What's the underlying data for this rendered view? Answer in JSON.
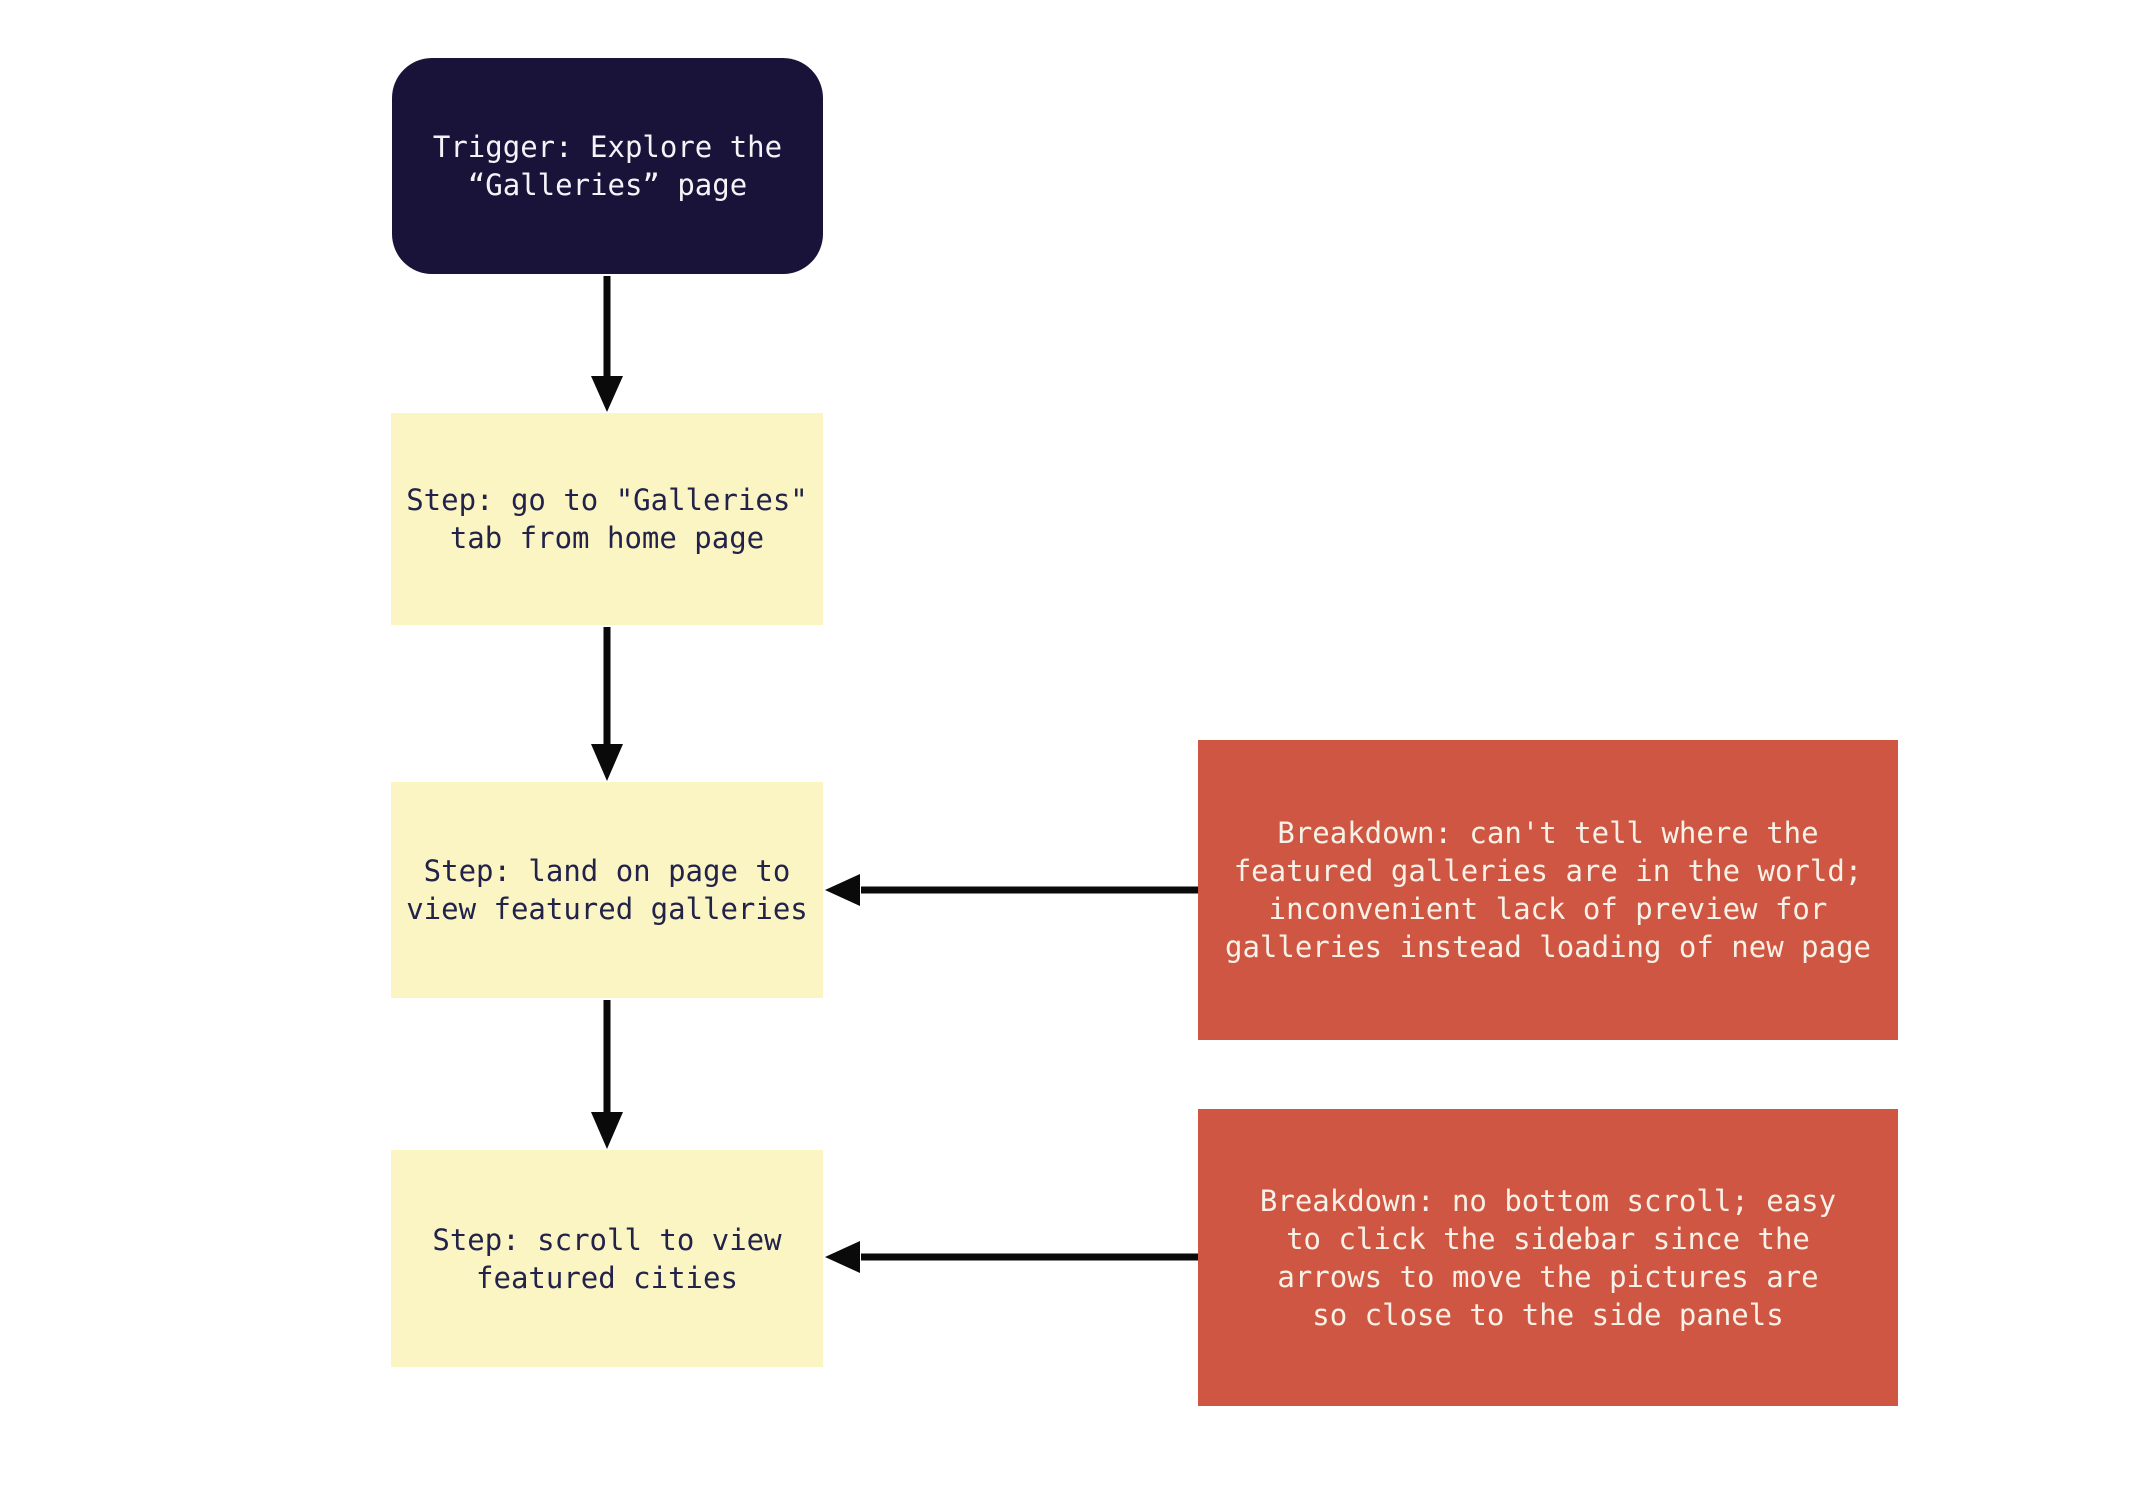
{
  "diagram": {
    "title": "Galleries page exploration journey flowchart",
    "trigger": {
      "type": "Trigger",
      "lines": [
        "Trigger: Explore the",
        "“Galleries” page"
      ]
    },
    "steps": [
      {
        "type": "Step",
        "lines": [
          "Step: go to \"Galleries\"",
          "tab from home page"
        ]
      },
      {
        "type": "Step",
        "lines": [
          "Step: land on page to",
          "view featured galleries"
        ]
      },
      {
        "type": "Step",
        "lines": [
          "Step: scroll to view",
          "featured cities"
        ]
      }
    ],
    "breakdowns": [
      {
        "type": "Breakdown",
        "lines": [
          "Breakdown: can't tell where the",
          "featured galleries are in the world;",
          "inconvenient lack of preview for",
          "galleries instead loading of new page"
        ],
        "points_to_step": 2
      },
      {
        "type": "Breakdown",
        "lines": [
          "Breakdown: no bottom scroll; easy",
          "to click the sidebar since the",
          "arrows to move the pictures are",
          "so close to the side panels"
        ],
        "points_to_step": 3
      }
    ],
    "colors": {
      "background": "#FFFFFF",
      "trigger_bg": "#191339",
      "trigger_text": "#F5F3F7",
      "step_bg": "#FAF5C3",
      "step_text": "#22224A",
      "breakdown_bg": "#CF5642",
      "breakdown_text": "#F8F1E7",
      "arrow": "#0A0A0A"
    }
  }
}
